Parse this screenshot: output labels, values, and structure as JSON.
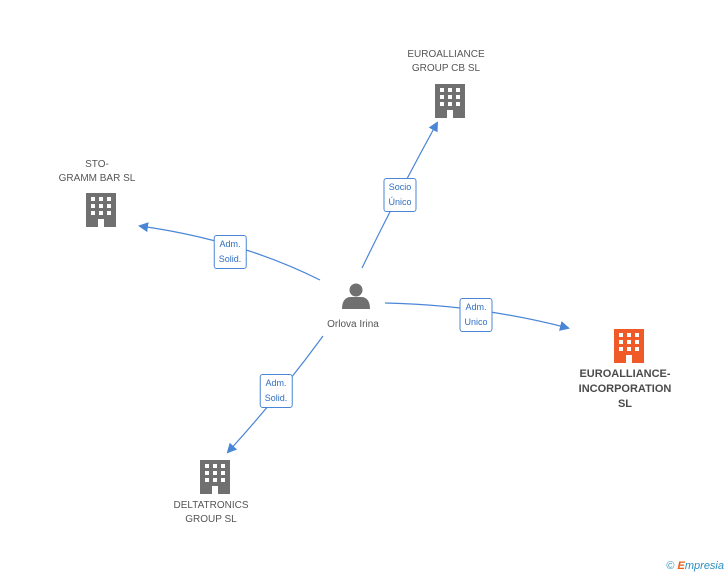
{
  "nodes": {
    "center": {
      "label": "Orlova Irina",
      "icon": "person-icon"
    },
    "euroalliance_group": {
      "label": "EUROALLIANCE\nGROUP CB SL",
      "icon": "building-icon"
    },
    "sto_gramm": {
      "label": "STO-\nGRAMM BAR SL",
      "icon": "building-icon"
    },
    "euroalliance_incorporation": {
      "label": "EUROALLIANCE-\nINCORPORATION SL",
      "icon": "building-icon",
      "highlight_color": "#f05a28"
    },
    "deltatronics": {
      "label": "DELTATRONICS\nGROUP SL",
      "icon": "building-icon"
    }
  },
  "edges": {
    "to_euroalliance_group": {
      "label": "Socio\nÚnico"
    },
    "to_sto_gramm": {
      "label": "Adm.\nSolid."
    },
    "to_euroalliance_incorporation": {
      "label": "Adm.\nUnico"
    },
    "to_deltatronics": {
      "label": "Adm.\nSolid."
    }
  },
  "footer": {
    "copyright": "©",
    "brand_first": "E",
    "brand_rest": "mpresia"
  },
  "colors": {
    "edge": "#4a86d6",
    "building": "#707070",
    "highlight": "#f05a28",
    "person": "#707070"
  }
}
